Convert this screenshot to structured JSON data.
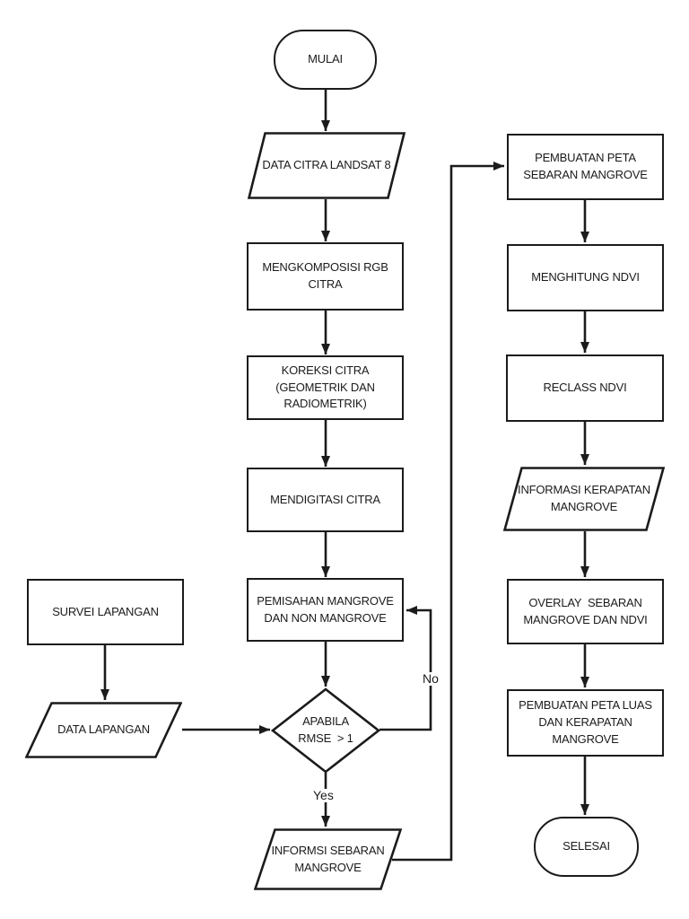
{
  "page": {
    "background": "#ffffff",
    "ink_color": "#1b1b1b"
  },
  "flowchart": {
    "nodes": {
      "mulai": {
        "type": "terminator",
        "lines": [
          "MULAI"
        ]
      },
      "data_citra_landsat": {
        "type": "data",
        "lines": [
          "DATA CITRA LANDSAT 8"
        ]
      },
      "mengkomposisi_rgb": {
        "type": "process",
        "lines": [
          "MENGKOMPOSISI RGB",
          "CITRA"
        ]
      },
      "koreksi_citra": {
        "type": "process",
        "lines": [
          "KOREKSI CITRA",
          "(GEOMETRIK DAN",
          "RADIOMETRIK)"
        ]
      },
      "mendigitasi_citra": {
        "type": "process",
        "lines": [
          "MENDIGITASI CITRA"
        ]
      },
      "pemisahan_mangrove": {
        "type": "process",
        "lines": [
          "PEMISAHAN MANGROVE",
          "DAN NON MANGROVE"
        ]
      },
      "apabila_rmse": {
        "type": "decision",
        "lines": [
          "APABILA",
          "RMSE  > 1"
        ]
      },
      "survei_lapangan": {
        "type": "process",
        "lines": [
          "SURVEI LAPANGAN"
        ]
      },
      "data_lapangan": {
        "type": "data",
        "lines": [
          "DATA LAPANGAN"
        ]
      },
      "informsi_sebaran": {
        "type": "data",
        "lines": [
          "INFORMSI SEBARAN",
          "MANGROVE"
        ]
      },
      "pembuatan_peta_sebaran": {
        "type": "process",
        "lines": [
          "PEMBUATAN PETA",
          "SEBARAN MANGROVE"
        ]
      },
      "menghitung_ndvi": {
        "type": "process",
        "lines": [
          "MENGHITUNG NDVI"
        ]
      },
      "reclass_ndvi": {
        "type": "process",
        "lines": [
          "RECLASS NDVI"
        ]
      },
      "informasi_kerapatan": {
        "type": "data",
        "lines": [
          "INFORMASI KERAPATAN",
          "MANGROVE"
        ]
      },
      "overlay_sebaran": {
        "type": "process",
        "lines": [
          "OVERLAY  SEBARAN",
          "MANGROVE DAN NDVI"
        ]
      },
      "pembuatan_peta_luas": {
        "type": "process",
        "lines": [
          "PEMBUATAN PETA LUAS",
          "DAN KERAPATAN",
          "MANGROVE"
        ]
      },
      "selesai": {
        "type": "terminator",
        "lines": [
          "SELESAI"
        ]
      }
    },
    "edge_labels": {
      "yes": "Yes",
      "no": "No"
    }
  }
}
